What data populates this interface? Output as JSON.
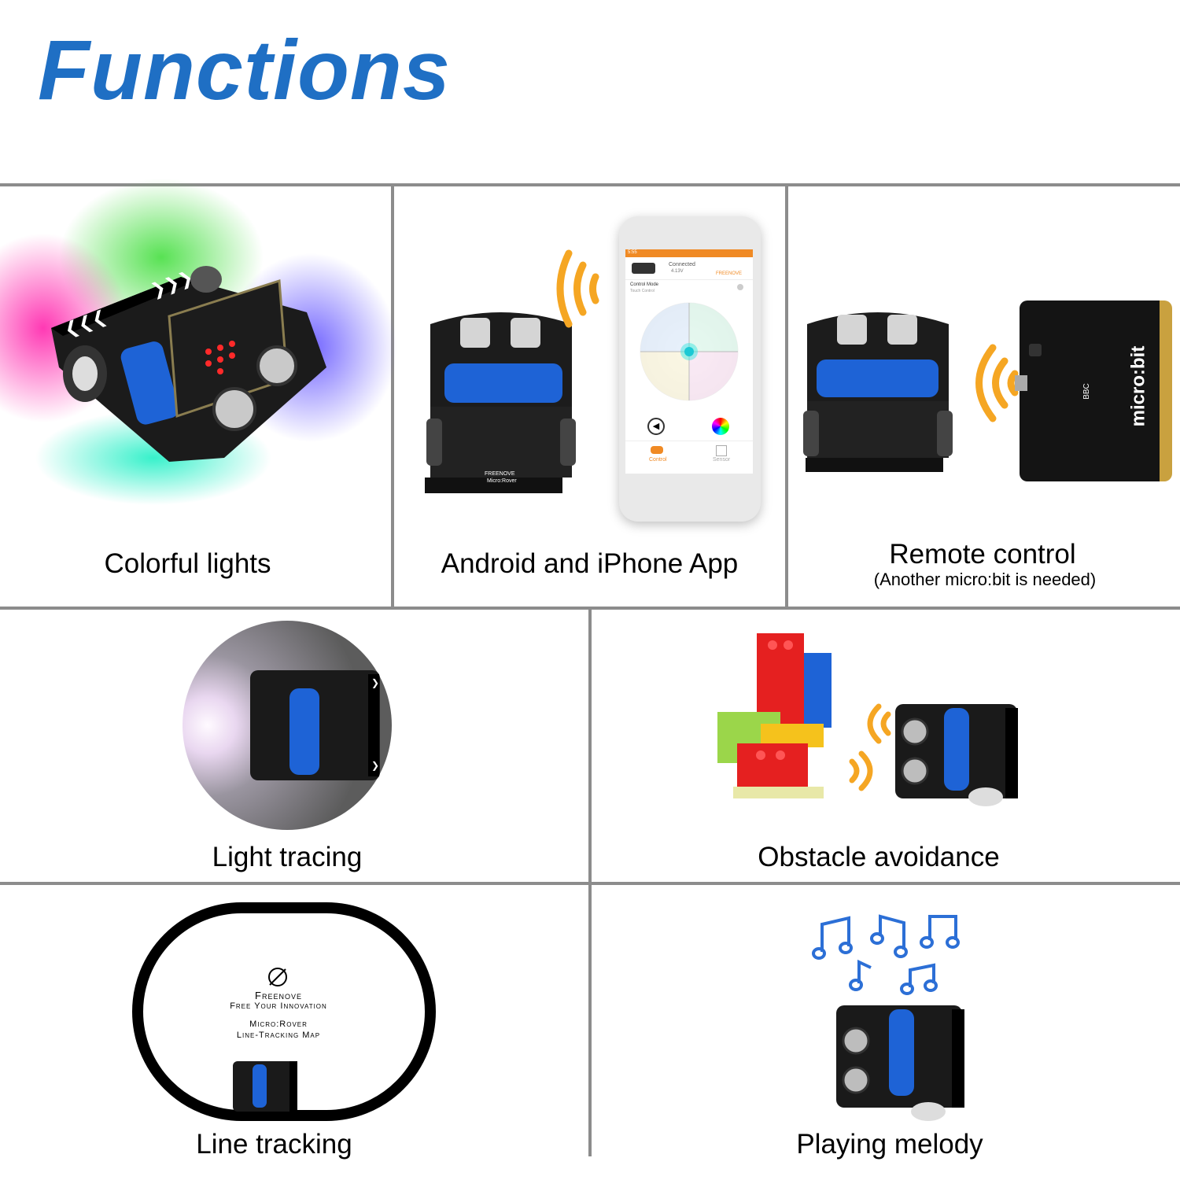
{
  "title": "Functions",
  "colors": {
    "title": "#1f6fc4",
    "divider": "#8c8c8c",
    "signal": "#f5a623",
    "app_accent": "#f08a24",
    "note": "#2c6fd6"
  },
  "panels": {
    "colorful_lights": {
      "label": "Colorful lights",
      "illustration": "robot-car-rgb-glow"
    },
    "app": {
      "label": "Android and iPhone App",
      "illustration": "robot-car-phone-app",
      "phone": {
        "time": "5:55",
        "status": "Connected",
        "voltage": "4.13V",
        "brand": "FREENOVE",
        "mode_label": "Control Mode",
        "mode_value": "Touch Control",
        "tabs": [
          "Control",
          "Sensor"
        ]
      },
      "board_text": [
        "FREENOVE",
        "Micro:Rover"
      ]
    },
    "remote": {
      "label": "Remote control",
      "sublabel": "(Another micro:bit is needed)",
      "illustration": "robot-car-microbit-remote",
      "microbit_text": [
        "micro:bit",
        "BBC"
      ]
    },
    "light_tracing": {
      "label": "Light tracing",
      "illustration": "flashlight-spot-robot"
    },
    "obstacle": {
      "label": "Obstacle avoidance",
      "illustration": "brick-wall-robot"
    },
    "line_tracking": {
      "label": "Line tracking",
      "illustration": "oval-track-map",
      "map_text": {
        "brand": "Freenove",
        "slogan": "Free Your Innovation",
        "product": "Micro:Rover",
        "map": "Line-Tracking Map"
      }
    },
    "melody": {
      "label": "Playing melody",
      "illustration": "music-notes-robot"
    }
  }
}
